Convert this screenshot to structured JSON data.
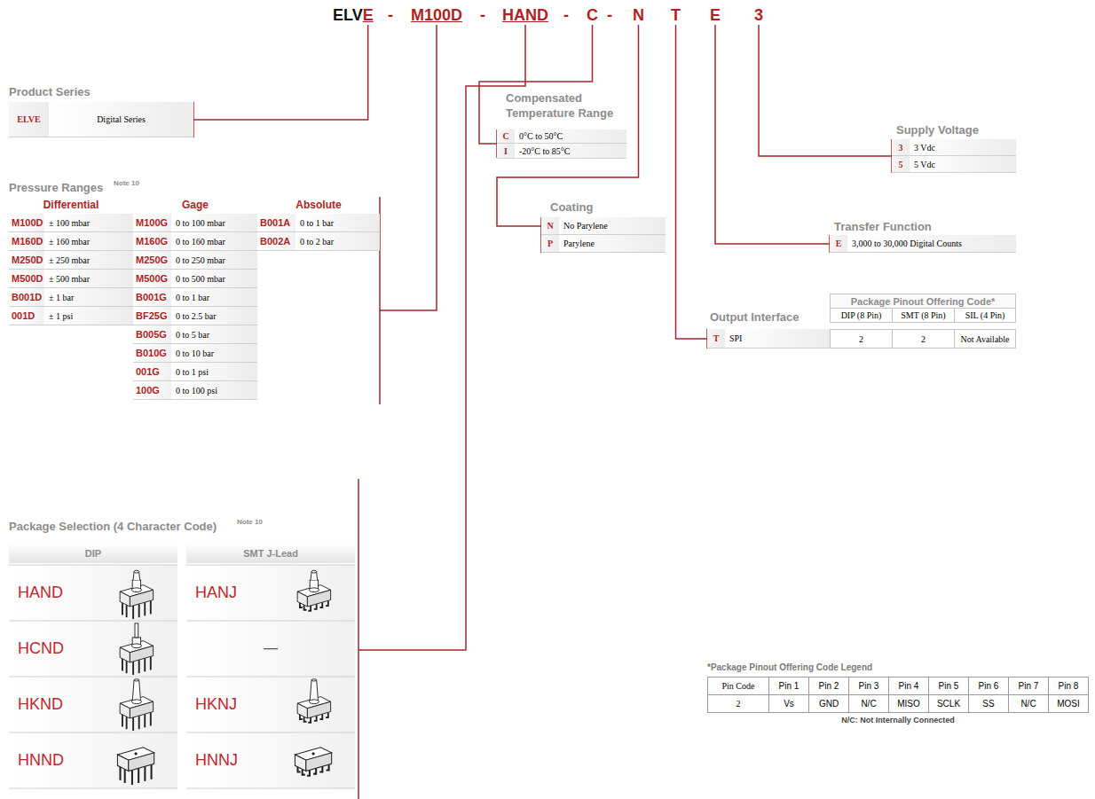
{
  "diagram": {
    "nodes": [
      {
        "text": [
          "ELV",
          "E"
        ]
      },
      {
        "text": [
          "M100D"
        ]
      },
      {
        "text": [
          "HAND"
        ]
      },
      {
        "text": [
          "C"
        ]
      },
      {
        "text": [
          "N"
        ]
      },
      {
        "text": [
          "T"
        ]
      },
      {
        "text": [
          "E"
        ]
      },
      {
        "text": [
          "3"
        ]
      },
      {
        "text": [
          "Product Series",
          "ELVE",
          "Digital Series"
        ]
      },
      {
        "text": [
          "Pressure Ranges",
          "Note 10",
          "Differential",
          "Gage",
          "Absolute",
          "M100D",
          "± 100 mbar",
          "M100G",
          "0 to 100 mbar",
          "B001A",
          "0 to 1 bar",
          "M160D",
          "± 160 mbar",
          "M160G",
          "0 to 160 mbar",
          "B002A",
          "0 to 2 bar",
          "M250D",
          "± 250 mbar",
          "M250G",
          "0 to 250 mbar",
          "M500D",
          "± 500 mbar",
          "M500G",
          "0 to 500 mbar",
          "B001D",
          "± 1 bar",
          "B001G",
          "0 to 1 bar",
          "001D",
          "± 1 psi",
          "BF25G",
          "0 to 2.5 bar",
          "B005G",
          "0 to 5 bar",
          "B010G",
          "0 to 10 bar",
          "001G",
          "0 to 1 psi",
          "100G",
          "0 to 100 psi"
        ]
      },
      {
        "text": [
          "Package Selection (4 Character Code)",
          "Note 10",
          "DIP",
          "SMT J-Lead",
          "HAND",
          "HANJ",
          "HCND",
          "—",
          "HKND",
          "HKNJ",
          "HNND",
          "HNNJ"
        ]
      },
      {
        "text": [
          "Compensated Temperature Range",
          "C",
          "0°C to 50°C",
          "I",
          "-20°C to 85°C"
        ]
      },
      {
        "text": [
          "Coating",
          "N",
          "No Parylene",
          "P",
          "Parylene"
        ]
      },
      {
        "text": [
          "Output Interface",
          "Package Pinout Offering Code*",
          "DIP (8 Pin)",
          "SMT (8 Pin)",
          "SIL (4 Pin)",
          "T",
          "SPI",
          "2",
          "2",
          "Not Available"
        ]
      },
      {
        "text": [
          "Transfer Function",
          "E",
          "3,000 to 30,000 Digital Counts"
        ]
      },
      {
        "text": [
          "Supply Voltage",
          "3",
          "3 Vdc",
          "5",
          "5 Vdc"
        ]
      },
      {
        "text": [
          "*Package Pinout Offering Code Legend",
          "Pin Code",
          "Pin 1",
          "Pin 2",
          "Pin 3",
          "Pin 4",
          "Pin 5",
          "Pin 6",
          "Pin 7",
          "Pin 8",
          "2",
          "Vs",
          "GND",
          "N/C",
          "MISO",
          "SCLK",
          "SS",
          "N/C",
          "MOSI",
          "N/C: Not Internally Connected"
        ]
      }
    ],
    "edges": [
      {
        "from": 0,
        "to": 8,
        "arrow": "none"
      },
      {
        "from": 1,
        "to": 9,
        "arrow": "none"
      },
      {
        "from": 2,
        "to": 10,
        "arrow": "none"
      },
      {
        "from": 3,
        "to": 11,
        "arrow": "none"
      },
      {
        "from": 4,
        "to": 12,
        "arrow": "none"
      },
      {
        "from": 5,
        "to": 13,
        "arrow": "none"
      },
      {
        "from": 6,
        "to": 14,
        "arrow": "none"
      },
      {
        "from": 7,
        "to": 15,
        "arrow": "none"
      }
    ],
    "labels": [
      "-",
      "-",
      "-",
      "-"
    ]
  }
}
